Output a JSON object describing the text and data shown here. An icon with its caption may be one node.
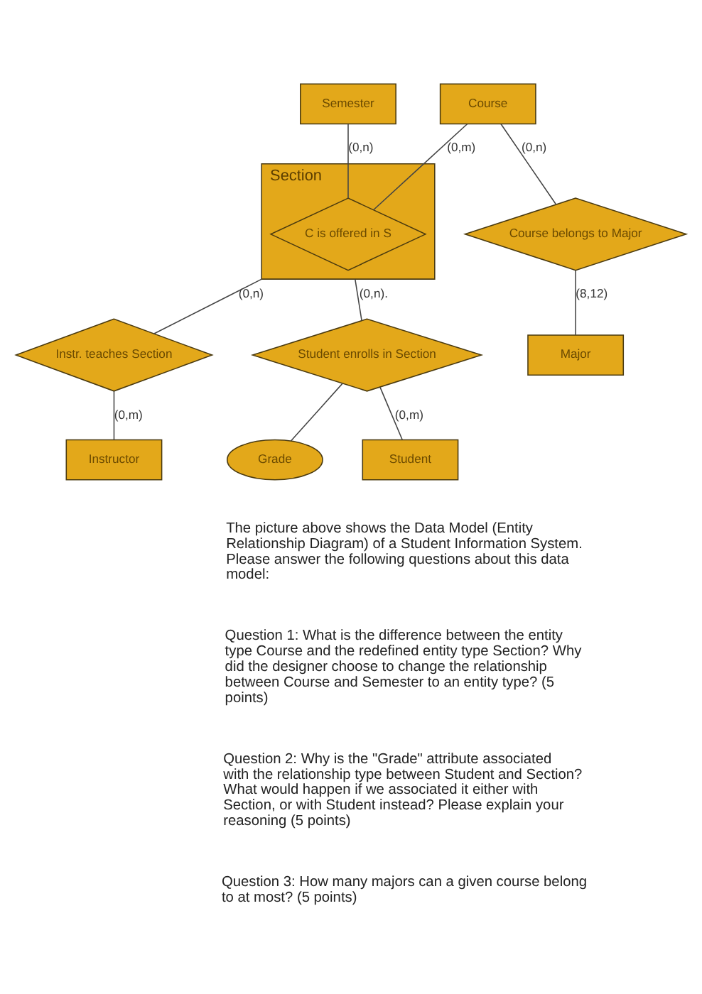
{
  "diagram": {
    "nodes": [
      {
        "text": [
          "Section"
        ]
      },
      {
        "text": [
          "C is offered in S"
        ],
        "in": 0
      },
      {
        "text": [
          "Instr. teaches Section"
        ]
      },
      {
        "text": [
          "Instructor"
        ]
      },
      {
        "text": [
          "Semester"
        ]
      },
      {
        "text": [
          "Course"
        ]
      },
      {
        "text": [
          "Student enrolls in Section"
        ]
      },
      {
        "text": [
          "Course belongs to Major"
        ]
      },
      {
        "text": [
          "Grade"
        ]
      },
      {
        "text": [
          "Student"
        ]
      },
      {
        "text": [
          "Major"
        ]
      }
    ],
    "edges": [
      {
        "from": 0,
        "to": 2,
        "arrow": "none",
        "label": "(0,n)"
      },
      {
        "from": 2,
        "to": 3,
        "arrow": "none",
        "label": "(0,m)"
      },
      {
        "from": 4,
        "to": 1,
        "arrow": "none",
        "label": "(0,n)"
      },
      {
        "from": 5,
        "to": 1,
        "arrow": "none",
        "label": "(0,m)"
      },
      {
        "from": 0,
        "to": 6,
        "arrow": "none",
        "label": "(0,n)."
      },
      {
        "from": 6,
        "to": 9,
        "arrow": "none",
        "label": "(0,m)"
      },
      {
        "from": 6,
        "to": 8,
        "arrow": "none"
      },
      {
        "from": 5,
        "to": 7,
        "arrow": "none",
        "label": "(0,n)"
      },
      {
        "from": 7,
        "to": 10,
        "arrow": "none",
        "label": "(8,12)"
      }
    ],
    "labels": [
      "The picture above shows the Data Model (Entity Relationship Diagram) of a Student Information System. Please answer the following questions about this data model:",
      "Question 1: What is the difference between the entity type Course and the redefined entity type Section? Why did the designer choose to change the relationship between Course and Semester to an entity type? (5 points)",
      "Question 2: Why is the \"Grade\" attribute associated with the relationship type between Student and Section? What would happen if we associated it either with Section, or with Student instead? Please explain your reasoning (5 points)",
      "Question 3: How many majors can a given course belong to at most? (5 points)"
    ]
  }
}
